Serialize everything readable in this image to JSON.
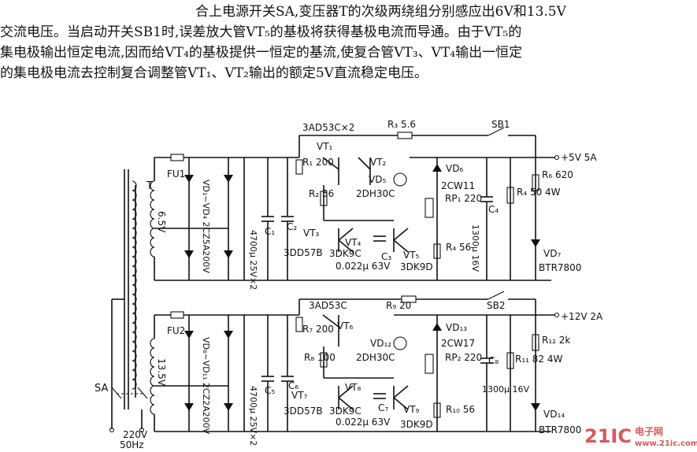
{
  "description": {
    "lines": [
      "合上电源开关SA,变压器T的次级两绕组分别感应出6V和13.5V",
      "交流电压。当启动开关SB1时,误差放大管VT₅的基极将获得基极电流而导通。由于VT₅的",
      "集电极输出恒定电流,因而给VT₄的基极提供一恒定的基流,使复合管VT₃、VT₄输出一恒定",
      "的集电极电流去控制复合调整管VT₁、VT₂输出的额定5V直流稳定电压。"
    ]
  },
  "labels": {
    "transformer": "T",
    "ac_source": "220V\n50Hz",
    "main_switch": "SA",
    "top": {
      "winding": "6.5V",
      "fuse": "FU1",
      "bridge": "VD₁~VD₄ 2CZ5A200V",
      "filter_cap": "4700μ 25V×2",
      "c1": "C₁",
      "c2": "C₂",
      "reg_pair": "3AD53C×2",
      "vt1": "VT₁",
      "vt2": "VT₂",
      "r1": "R₁ 200",
      "r2": "R₂ 56",
      "r3": "R₃ 5.6",
      "vd5": "VD₅",
      "vd5_part": "2DH30C",
      "vt3": "VT₃",
      "vt3_part": "3DD57B",
      "vt4": "VT₄",
      "vt4_part": "3DK9C",
      "c3": "C₃",
      "c3_val": "0.022μ 63V",
      "vt5": "VT₅",
      "vt5_part": "3DK9D",
      "vd6": "VD₆",
      "vd6_part": "2CW11",
      "rp1": "RP₁ 220",
      "r4_low": "R₄ 56",
      "c4": "C₄",
      "c4_val": "1300μ 16V",
      "r4": "R₄ 50 4W",
      "r6": "R₆ 620",
      "vd7": "VD₇",
      "vd7_part": "BTR7800",
      "sb": "SB1",
      "out": "+5V 5A"
    },
    "bottom": {
      "winding": "13.5V",
      "fuse": "FU2",
      "bridge": "VD₈~VD₁₁ 2CZ2A200V",
      "filter_cap": "4700μ 25V×2",
      "c5": "C₅",
      "c6": "C₆",
      "reg": "3AD53C",
      "vt6": "VT₆",
      "r7": "R₇ 200",
      "r8": "R₈ 100",
      "r9": "R₉ 20",
      "vd12": "VD₁₂",
      "vd12_part": "2DH30C",
      "vt7": "VT₇",
      "vt7_part": "3DD57B",
      "vt8": "VT₈",
      "vt8_part": "3DK9C",
      "c7": "C₇",
      "c7_val": "0.022μ 63V",
      "vt9": "VT₉",
      "vt9_part": "3DK9D",
      "vd13": "VD₁₃",
      "vd13_part": "2CW17",
      "rp2": "RP₂ 220",
      "r10": "R₁₀ 56",
      "c8": "C₈",
      "c8_val": "1300μ 16V",
      "r11": "R₁₁ 82 4W",
      "r12": "R₁₂ 2k",
      "vd14": "VD₁₄",
      "vd14_part": "BTR7800",
      "sb": "SB2",
      "out": "+12V 2A"
    },
    "watermark": "21IC",
    "watermark_cn": "电子网",
    "watermark_url": "www.21ic.com"
  }
}
